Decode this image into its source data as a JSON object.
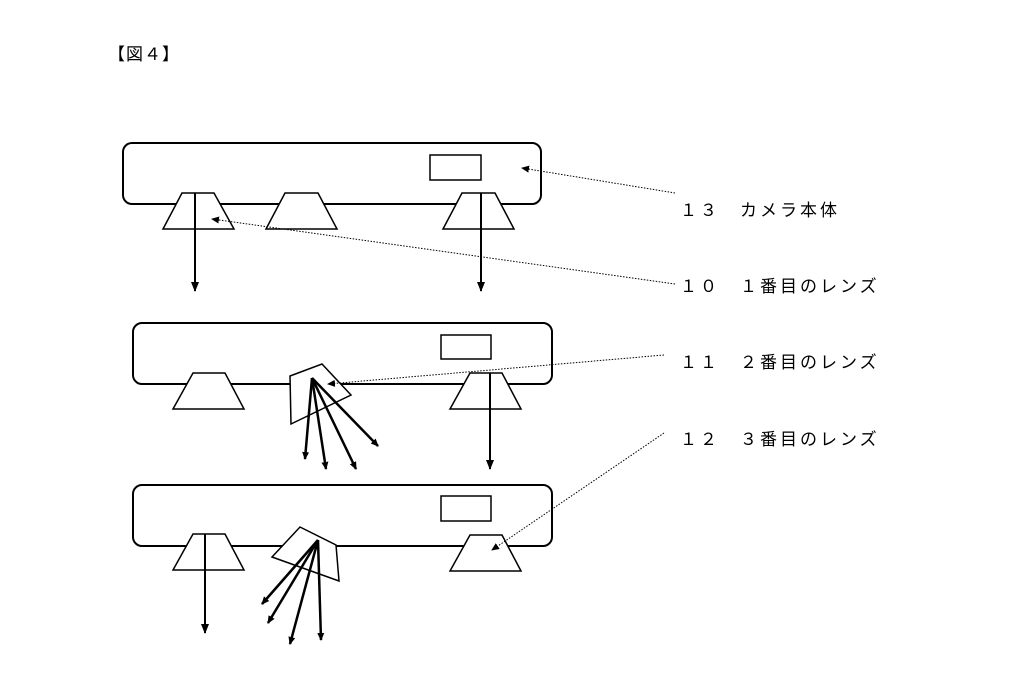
{
  "figure_label": "【図４】",
  "callouts": {
    "camera_body": "１３　カメラ本体",
    "lens_1": "１０　１番目のレンズ",
    "lens_2": "１１　２番目のレンズ",
    "lens_3": "１２　３番目のレンズ"
  },
  "colors": {
    "stroke": "#000000",
    "background": "#ffffff"
  }
}
